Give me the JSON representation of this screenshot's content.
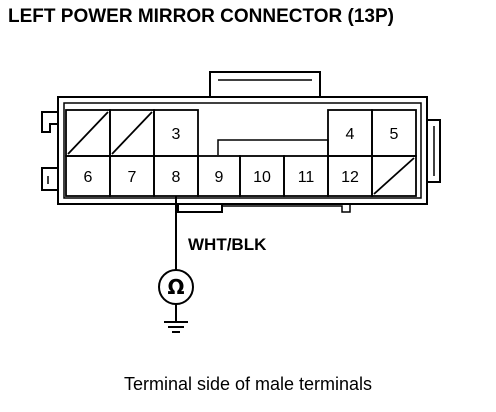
{
  "title": "LEFT POWER MIRROR CONNECTOR (13P)",
  "caption": "Terminal side of male terminals",
  "wire": {
    "label": "WHT/BLK",
    "connected_terminal": "8"
  },
  "meter": {
    "symbol": "Ω",
    "icon": "ohmmeter-icon"
  },
  "ground": {
    "icon": "ground-icon"
  },
  "connector": {
    "terminal_count": 13,
    "top_row": [
      {
        "id": "1",
        "label": "",
        "unused": true
      },
      {
        "id": "2",
        "label": "",
        "unused": true
      },
      {
        "id": "3",
        "label": "3",
        "unused": false
      },
      {
        "id": "4",
        "label": "4",
        "unused": false
      },
      {
        "id": "5",
        "label": "5",
        "unused": false
      }
    ],
    "bottom_row": [
      {
        "id": "6",
        "label": "6",
        "unused": false
      },
      {
        "id": "7",
        "label": "7",
        "unused": false
      },
      {
        "id": "8",
        "label": "8",
        "unused": false
      },
      {
        "id": "9",
        "label": "9",
        "unused": false
      },
      {
        "id": "10",
        "label": "10",
        "unused": false
      },
      {
        "id": "11",
        "label": "11",
        "unused": false
      },
      {
        "id": "12",
        "label": "12",
        "unused": false
      },
      {
        "id": "13",
        "label": "",
        "unused": true
      }
    ]
  }
}
